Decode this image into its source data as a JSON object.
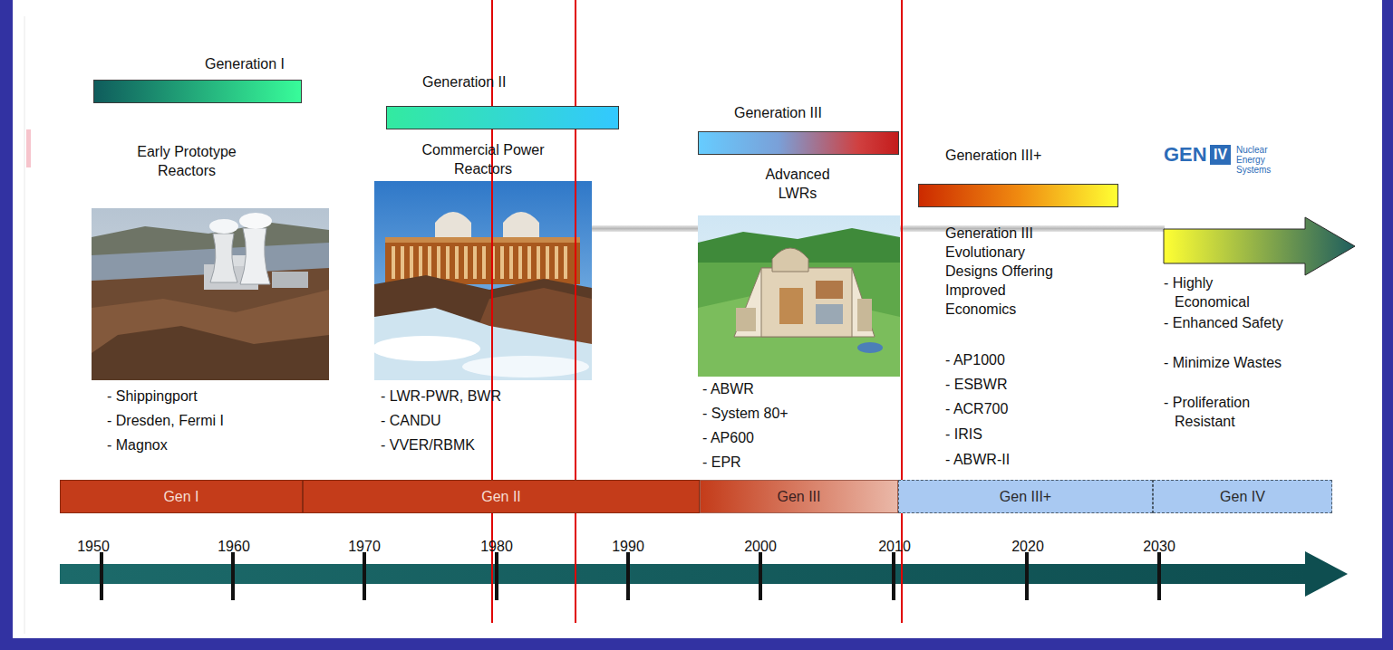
{
  "diagram": {
    "nodes": [
      {
        "text": [
          "Generation I"
        ]
      },
      {
        "text": [
          "Generation II"
        ]
      },
      {
        "text": [
          "Generation III"
        ]
      },
      {
        "text": [
          "Generation III+"
        ]
      },
      {
        "text": [
          "Gen I"
        ]
      },
      {
        "text": [
          "Gen II"
        ]
      },
      {
        "text": [
          "Gen III"
        ]
      },
      {
        "text": [
          "Gen III+"
        ]
      },
      {
        "text": [
          "Gen IV"
        ]
      }
    ],
    "labels": [
      "Early Prototype Reactors",
      "- Shippingport",
      "- Dresden, Fermi I",
      "- Magnox",
      "Commercial Power Reactors",
      "- LWR-PWR, BWR",
      "- CANDU",
      "- VVER/RBMK",
      "Advanced LWRs",
      "- ABWR",
      "- System 80+",
      "- AP600",
      "- EPR",
      "Generation III Evolutionary Designs Offering Improved Economics",
      "- AP1000",
      "- ESBWR",
      "- ACR700",
      "- IRIS",
      "- ABWR-II",
      "GEN",
      "IV",
      "Nuclear Energy Systems",
      "- Highly Economical",
      "- Enhanced Safety",
      "- Minimize Wastes",
      "- Proliferation Resistant",
      "1950",
      "1960",
      "1970",
      "1980",
      "1990",
      "2000",
      "2010",
      "2020",
      "2030"
    ]
  }
}
